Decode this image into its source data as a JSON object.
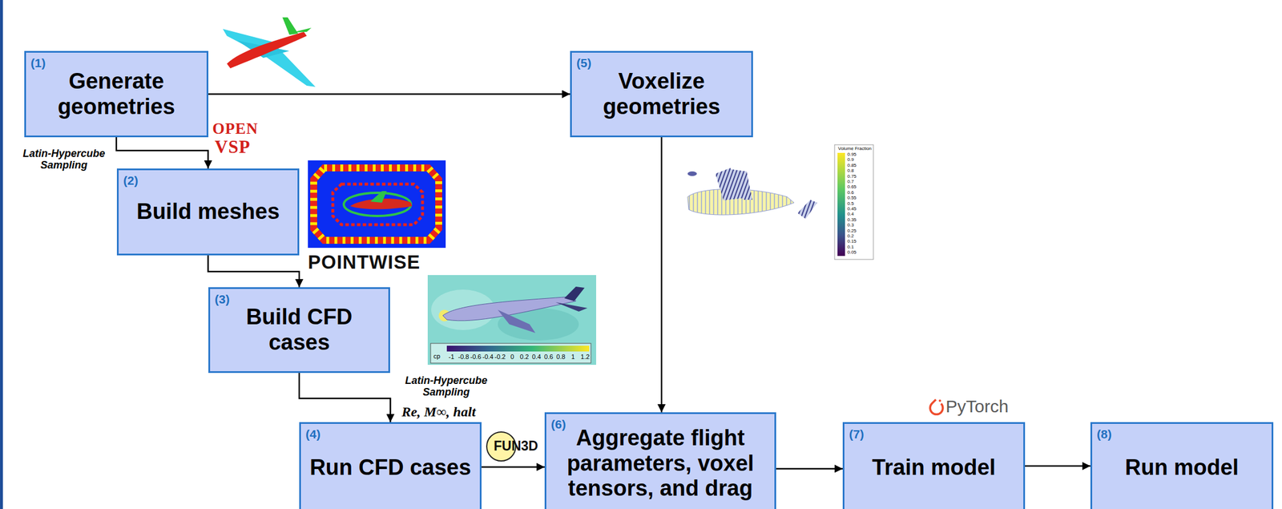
{
  "diagram": {
    "nodes": [
      {
        "text": [
          "(1)",
          "Generate geometries"
        ]
      },
      {
        "text": [
          "(2)",
          "Build meshes"
        ]
      },
      {
        "text": [
          "(3)",
          "Build CFD cases"
        ]
      },
      {
        "text": [
          "(4)",
          "Run CFD cases"
        ]
      },
      {
        "text": [
          "(5)",
          "Voxelize geometries"
        ]
      },
      {
        "text": [
          "(6)",
          "Aggregate flight parameters, voxel tensors, and drag"
        ]
      },
      {
        "text": [
          "(7)",
          "Train model"
        ]
      },
      {
        "text": [
          "(8)",
          "Run model"
        ]
      }
    ],
    "edges": [
      {
        "from": 0,
        "to": 4,
        "arrow": "to"
      },
      {
        "from": 0,
        "to": 1,
        "label": "Latin-Hypercube Sampling",
        "arrow": "to"
      },
      {
        "from": 1,
        "to": 2,
        "arrow": "to"
      },
      {
        "from": 2,
        "to": 3,
        "label": "Latin-Hypercube Sampling",
        "arrow": "to"
      },
      {
        "from": 3,
        "to": 5,
        "arrow": "to"
      },
      {
        "from": 4,
        "to": 5,
        "arrow": "to"
      },
      {
        "from": 5,
        "to": 6,
        "arrow": "to"
      },
      {
        "from": 6,
        "to": 7,
        "arrow": "to"
      }
    ],
    "labels": [
      "OPEN",
      "VSP",
      "POINTWISE",
      "cp",
      "-1",
      "-0.8",
      "-0.6",
      "-0.4",
      "-0.2",
      "0",
      "0.2",
      "0.4",
      "0.6",
      "0.8",
      "1",
      "1.2",
      "Volume Fraction",
      "0.95",
      "0.9",
      "0.85",
      "0.8",
      "0.75",
      "0.7",
      "0.65",
      "0.6",
      "0.55",
      "0.5",
      "0.45",
      "0.4",
      "0.35",
      "0.3",
      "0.25",
      "0.2",
      "0.15",
      "0.1",
      "0.05",
      "Re, M∞, halt",
      "FUN3D",
      "PyTorch"
    ]
  }
}
